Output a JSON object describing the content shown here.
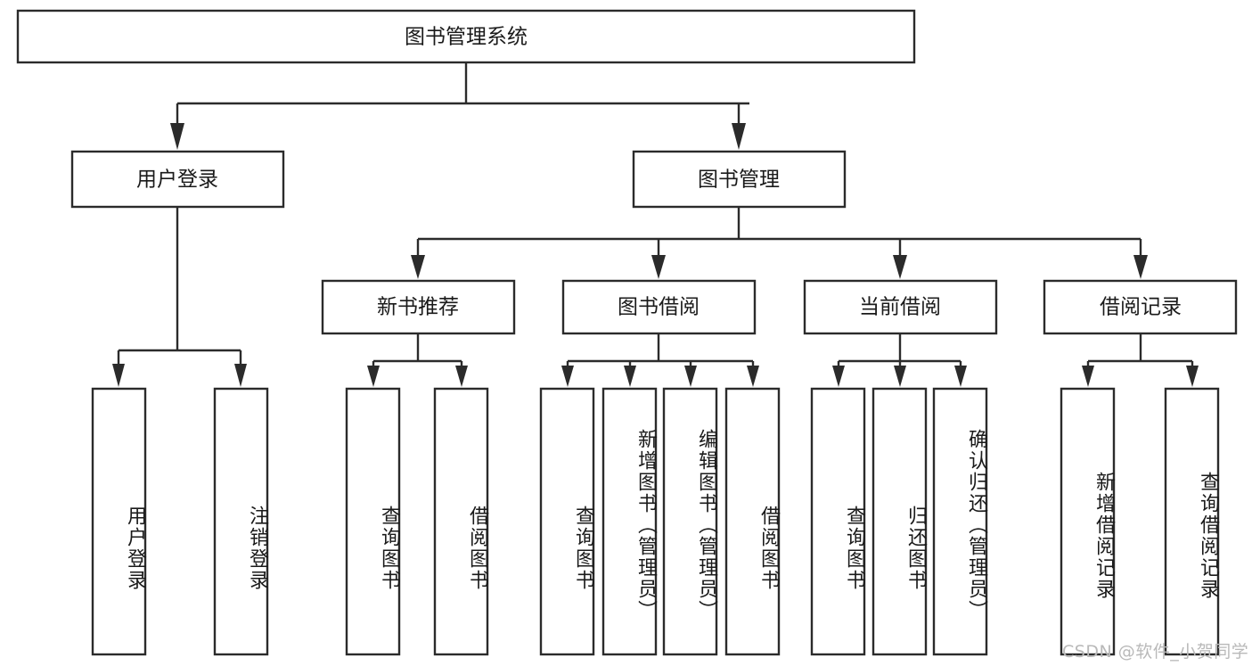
{
  "diagram": {
    "type": "tree-hierarchy",
    "orientation": "top-down",
    "root": {
      "label": "图书管理系统"
    },
    "level2": [
      {
        "label": "用户登录"
      },
      {
        "label": "图书管理"
      }
    ],
    "level3": [
      {
        "label": "新书推荐"
      },
      {
        "label": "图书借阅"
      },
      {
        "label": "当前借阅"
      },
      {
        "label": "借阅记录"
      }
    ],
    "leaves": {
      "user_login": [
        {
          "label": "用户登录"
        },
        {
          "label": "注销登录"
        }
      ],
      "new_book_recommend": [
        {
          "label": "查询图书"
        },
        {
          "label": "借阅图书"
        }
      ],
      "book_borrow": [
        {
          "label": "查询图书"
        },
        {
          "label": "新增图书（管理员）"
        },
        {
          "label": "编辑图书（管理员）"
        },
        {
          "label": "借阅图书"
        }
      ],
      "current_borrow": [
        {
          "label": "查询图书"
        },
        {
          "label": "归还图书"
        },
        {
          "label": "确认归还（管理员）"
        }
      ],
      "borrow_record": [
        {
          "label": "新增借阅记录"
        },
        {
          "label": "查询借阅记录"
        }
      ]
    }
  },
  "watermark": {
    "text": "CSDN @软件_小贺同学"
  },
  "colors": {
    "box_stroke": "#2b2b2b",
    "box_fill": "#ffffff",
    "text": "#1a1a1a",
    "background": "#ffffff",
    "watermark": "#b9b9b9"
  }
}
